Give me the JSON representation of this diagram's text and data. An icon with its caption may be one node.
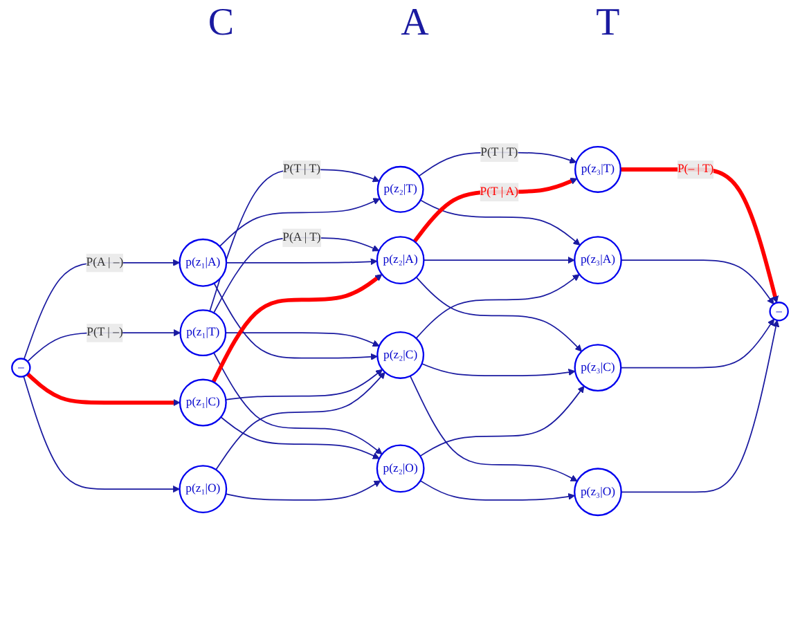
{
  "diagram": {
    "nodes": [
      {
        "text": [
          "–"
        ]
      },
      {
        "text": [
          "p(z₁|T)"
        ]
      },
      {
        "text": [
          "p(z₁|A)"
        ]
      },
      {
        "text": [
          "p(z₁|C)"
        ]
      },
      {
        "text": [
          "p(z₁|O)"
        ]
      },
      {
        "text": [
          "p(z₂|T)"
        ]
      },
      {
        "text": [
          "p(z₂|A)"
        ]
      },
      {
        "text": [
          "p(z₂|C)"
        ]
      },
      {
        "text": [
          "p(z₂|O)"
        ]
      },
      {
        "text": [
          "p(z₃|T)"
        ]
      },
      {
        "text": [
          "p(z₃|A)"
        ]
      },
      {
        "text": [
          "p(z₃|C)"
        ]
      },
      {
        "text": [
          "p(z₃|O)"
        ]
      },
      {
        "text": [
          "–"
        ]
      }
    ],
    "edges": [
      {
        "from": 0,
        "to": 1,
        "arrow": "to",
        "label": "P(T | –)"
      },
      {
        "from": 0,
        "to": 2,
        "arrow": "to",
        "label": "P(A | –)"
      },
      {
        "from": 0,
        "to": 3,
        "arrow": "to",
        "style": "thick",
        "color": "#ff0000"
      },
      {
        "from": 0,
        "to": 4,
        "arrow": "to"
      },
      {
        "from": 1,
        "to": 5,
        "arrow": "to",
        "label": "P(T | T)"
      },
      {
        "from": 1,
        "to": 6,
        "arrow": "to",
        "label": "P(A | T)"
      },
      {
        "from": 1,
        "to": 7,
        "arrow": "to"
      },
      {
        "from": 1,
        "to": 8,
        "arrow": "to"
      },
      {
        "from": 2,
        "to": 5,
        "arrow": "to"
      },
      {
        "from": 2,
        "to": 6,
        "arrow": "to"
      },
      {
        "from": 2,
        "to": 7,
        "arrow": "to"
      },
      {
        "from": 3,
        "to": 6,
        "arrow": "to",
        "style": "thick",
        "color": "#ff0000"
      },
      {
        "from": 3,
        "to": 7,
        "arrow": "to"
      },
      {
        "from": 3,
        "to": 8,
        "arrow": "to"
      },
      {
        "from": 4,
        "to": 7,
        "arrow": "to"
      },
      {
        "from": 4,
        "to": 8,
        "arrow": "to"
      },
      {
        "from": 5,
        "to": 9,
        "arrow": "to",
        "label": "P(T | T)"
      },
      {
        "from": 5,
        "to": 10,
        "arrow": "to"
      },
      {
        "from": 6,
        "to": 9,
        "arrow": "to",
        "label": "P(T | A)",
        "style": "thick",
        "color": "#ff0000"
      },
      {
        "from": 6,
        "to": 10,
        "arrow": "to"
      },
      {
        "from": 6,
        "to": 11,
        "arrow": "to"
      },
      {
        "from": 7,
        "to": 10,
        "arrow": "to"
      },
      {
        "from": 7,
        "to": 11,
        "arrow": "to"
      },
      {
        "from": 7,
        "to": 12,
        "arrow": "to"
      },
      {
        "from": 8,
        "to": 11,
        "arrow": "to"
      },
      {
        "from": 8,
        "to": 12,
        "arrow": "to"
      },
      {
        "from": 9,
        "to": 13,
        "arrow": "to",
        "label": "P(– | T)",
        "style": "thick",
        "color": "#ff0000"
      },
      {
        "from": 10,
        "to": 13,
        "arrow": "to"
      },
      {
        "from": 11,
        "to": 13,
        "arrow": "to"
      },
      {
        "from": 12,
        "to": 13,
        "arrow": "to"
      }
    ],
    "labels": [
      "C",
      "A",
      "T"
    ]
  }
}
